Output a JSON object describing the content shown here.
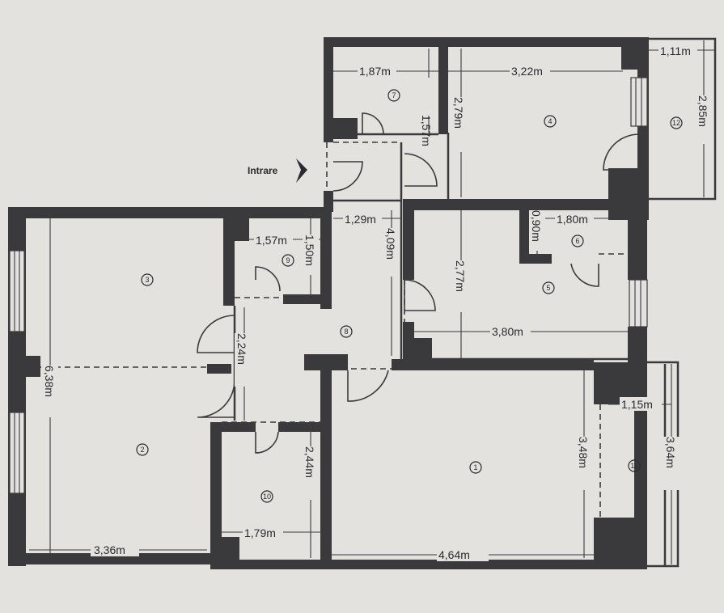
{
  "entrance_label": "Intrare",
  "dimensions": {
    "r7_w": "1,87m",
    "r7_h": "1,57m",
    "r4_w": "3,22m",
    "r4_h": "2,79m",
    "r12_w": "1,11m",
    "r12_h": "2,85m",
    "r8_top": "1,29m",
    "r8_h": "4,09m",
    "r8_mid": "2,24m",
    "r9_w": "1,57m",
    "r9_h": "1,50m",
    "r6_w": "1,80m",
    "r6_h": "0,90m",
    "r5_w": "3,80m",
    "r5_h": "2,77m",
    "r3_h": "6,38m",
    "r2_w": "3,36m",
    "r10_w": "1,79m",
    "r10_h": "2,44m",
    "r1_w": "4,64m",
    "r1_h": "3,48m",
    "r11_w": "1,15m",
    "r11_h": "3,64m"
  },
  "rooms": [
    "1",
    "2",
    "3",
    "4",
    "5",
    "6",
    "7",
    "8",
    "9",
    "10",
    "11",
    "12"
  ]
}
